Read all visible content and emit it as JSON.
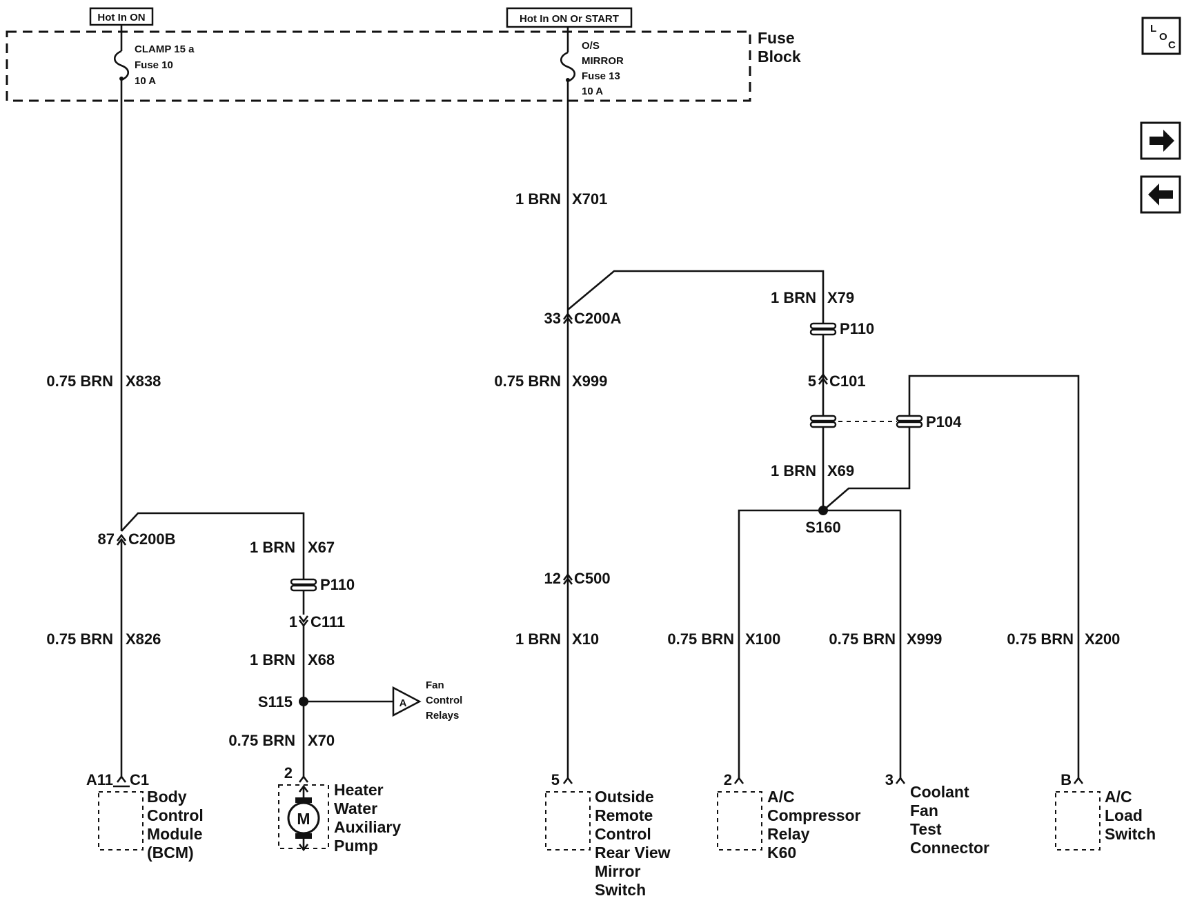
{
  "power": {
    "hot_on": "Hot In ON",
    "hot_on_start": "Hot In ON Or START"
  },
  "fuse_block": {
    "label_line1": "Fuse",
    "label_line2": "Block",
    "fuse10": [
      "CLAMP 15 a",
      "Fuse 10",
      "10 A"
    ],
    "fuse13": [
      "O/S",
      "MIRROR",
      "Fuse 13",
      "10 A"
    ]
  },
  "nav": {
    "loc": {
      "l": "L",
      "o": "O",
      "c": "C"
    },
    "next_icon": "arrow-right-icon",
    "prev_icon": "arrow-left-icon"
  },
  "wires": {
    "x838": {
      "gauge": "0.75 BRN",
      "id": "X838"
    },
    "x826": {
      "gauge": "0.75 BRN",
      "id": "X826"
    },
    "x67": {
      "gauge": "1 BRN",
      "id": "X67"
    },
    "x68": {
      "gauge": "1 BRN",
      "id": "X68"
    },
    "x70": {
      "gauge": "0.75 BRN",
      "id": "X70"
    },
    "x701": {
      "gauge": "1 BRN",
      "id": "X701"
    },
    "x999a": {
      "gauge": "0.75 BRN",
      "id": "X999"
    },
    "x10": {
      "gauge": "1 BRN",
      "id": "X10"
    },
    "x79": {
      "gauge": "1 BRN",
      "id": "X79"
    },
    "x69": {
      "gauge": "1 BRN",
      "id": "X69"
    },
    "x100": {
      "gauge": "0.75 BRN",
      "id": "X100"
    },
    "x999b": {
      "gauge": "0.75 BRN",
      "id": "X999"
    },
    "x200": {
      "gauge": "0.75 BRN",
      "id": "X200"
    }
  },
  "connectors": {
    "c200b": {
      "pin": "87",
      "name": "C200B"
    },
    "c111": {
      "pin": "1",
      "name": "C111"
    },
    "c200a": {
      "pin": "33",
      "name": "C200A"
    },
    "c500": {
      "pin": "12",
      "name": "C500"
    },
    "c101": {
      "pin": "5",
      "name": "C101"
    }
  },
  "splices": {
    "p110a": "P110",
    "p110b": "P110",
    "p104": "P104",
    "s115": "S115",
    "s160": "S160"
  },
  "offpage": {
    "letter": "A",
    "label": [
      "Fan",
      "Control",
      "Relays"
    ]
  },
  "components": {
    "bcm": {
      "pin": "A11",
      "conn": "C1",
      "name": [
        "Body",
        "Control",
        "Module",
        "(BCM)"
      ]
    },
    "pump": {
      "pin": "2",
      "motor": "M",
      "name": [
        "Heater",
        "Water",
        "Auxiliary",
        "Pump"
      ]
    },
    "mirror": {
      "pin": "5",
      "name": [
        "Outside",
        "Remote",
        "Control",
        "Rear View",
        "Mirror",
        "Switch"
      ]
    },
    "relay": {
      "pin": "2",
      "name": [
        "A/C",
        "Compressor",
        "Relay",
        "K60"
      ]
    },
    "coolant": {
      "pin": "3",
      "name": [
        "Coolant",
        "Fan",
        "Test",
        "Connector"
      ]
    },
    "loadsw": {
      "pin": "B",
      "name": [
        "A/C",
        "Load",
        "Switch"
      ]
    }
  }
}
